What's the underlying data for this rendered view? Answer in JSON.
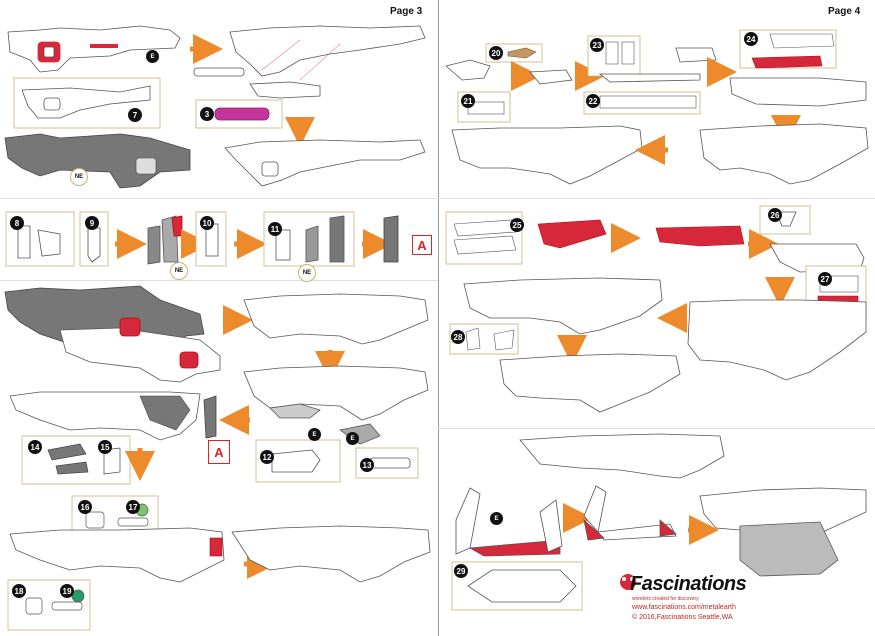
{
  "pages": {
    "left_title": "Page 3",
    "right_title": "Page 4"
  },
  "steps": [
    "E",
    "7",
    "3",
    "NE",
    "8",
    "9",
    "NE",
    "10",
    "11",
    "NE",
    "A",
    "E",
    "12",
    "E",
    "13",
    "14",
    "15",
    "A",
    "16",
    "17",
    "18",
    "19",
    "20",
    "21",
    "23",
    "22",
    "24",
    "25",
    "26",
    "27",
    "28",
    "E",
    "29"
  ],
  "brand": {
    "name": "Fascinations",
    "tagline": "wonders created for discovery",
    "url": "www.fascinations.com/metalearth",
    "copyright": "© 2016,Fascinations Seattle,WA"
  },
  "colors": {
    "accent_red": "#d6283a",
    "accent_magenta": "#c3359a",
    "arrow_orange": "#ec8a2c",
    "dark_part": "#777777"
  }
}
